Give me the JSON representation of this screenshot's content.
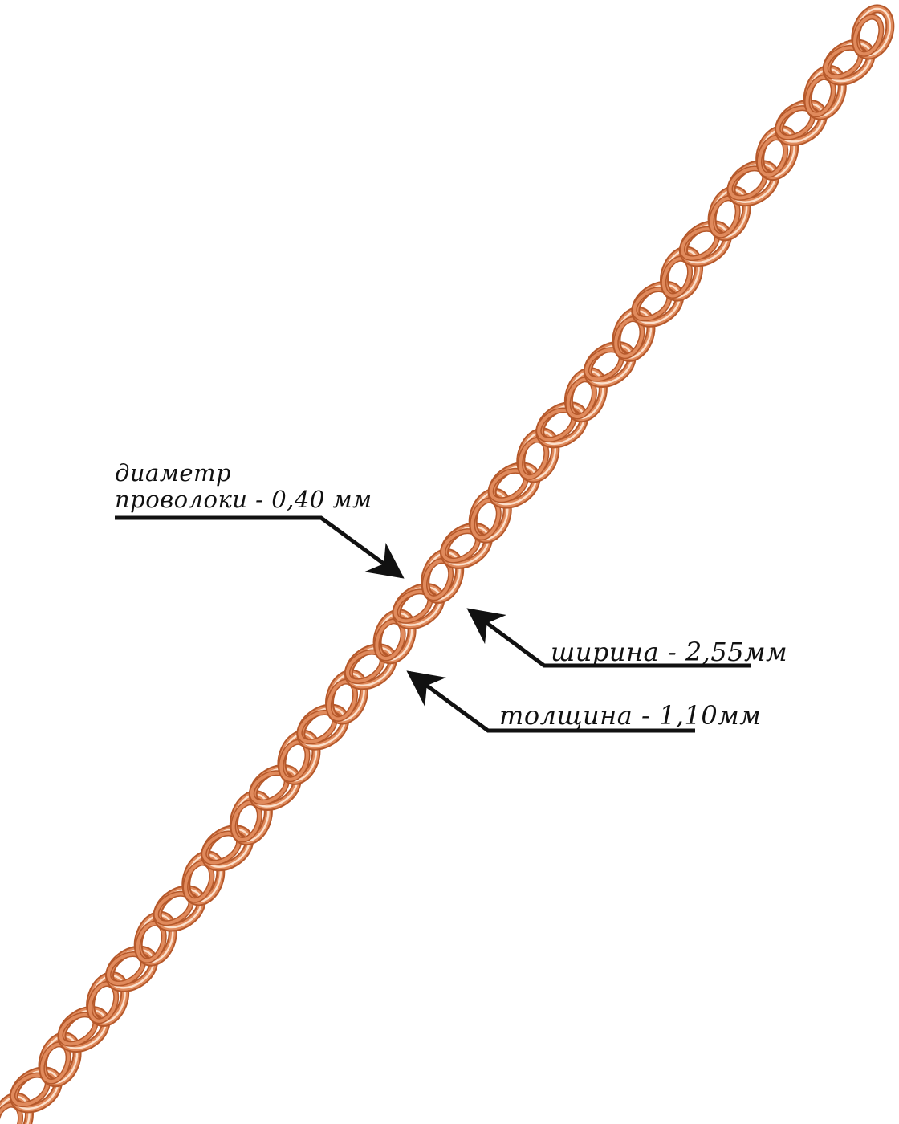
{
  "colors": {
    "chain_dark": "#b5582a",
    "chain_mid": "#e08a5c",
    "chain_light": "#fbe0cc",
    "arrow": "#111111"
  },
  "annotations": {
    "wire_diameter": {
      "line1": "диаметр",
      "line2": "проволоки - 0,40 мм"
    },
    "width": {
      "text": "ширина - 2,55мм"
    },
    "thickness": {
      "text": "толщина - 1,10мм"
    }
  }
}
